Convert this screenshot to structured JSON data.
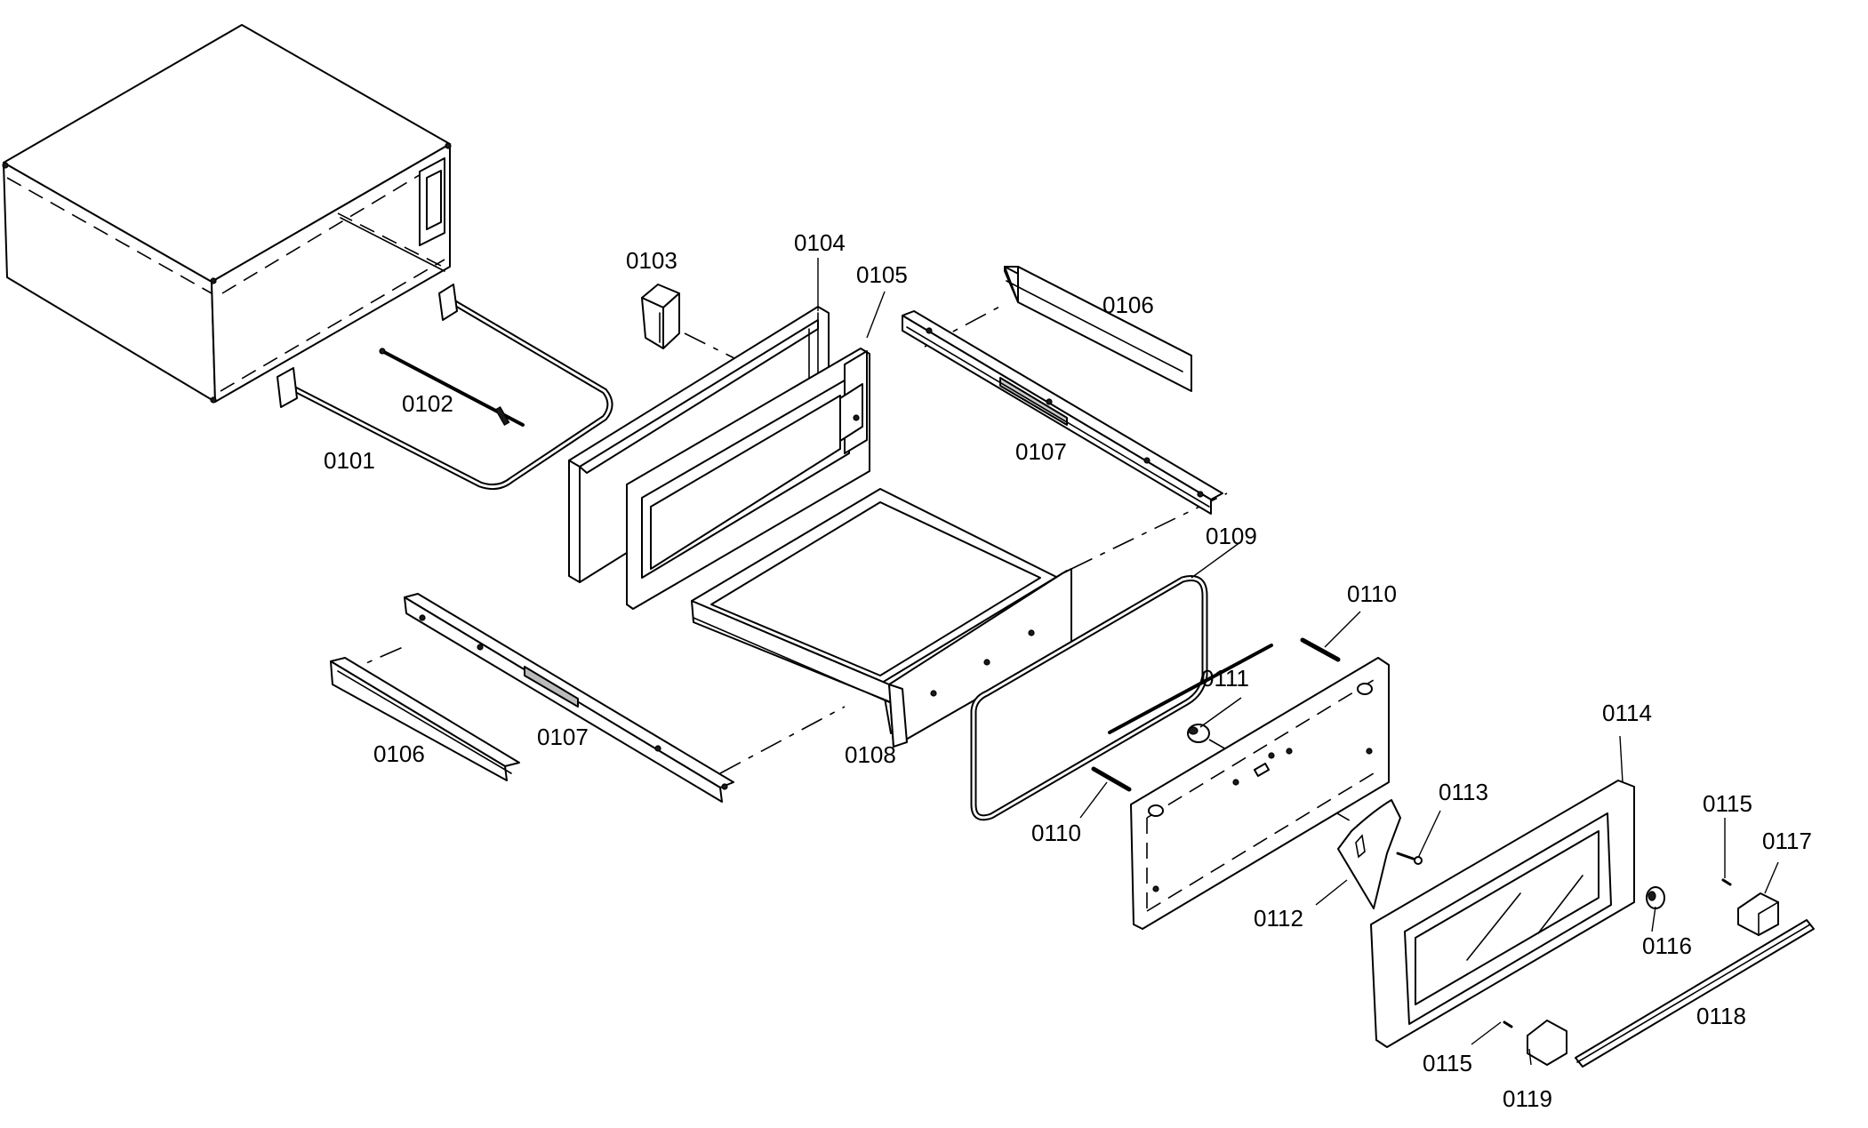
{
  "diagram": {
    "labels": [
      "0101",
      "0102",
      "0103",
      "0104",
      "0105",
      "0106",
      "0107",
      "0106",
      "0107",
      "0108",
      "0109",
      "0110",
      "0110",
      "0111",
      "0112",
      "0113",
      "0114",
      "0115",
      "0117",
      "0116",
      "0118",
      "0115",
      "0119"
    ]
  }
}
